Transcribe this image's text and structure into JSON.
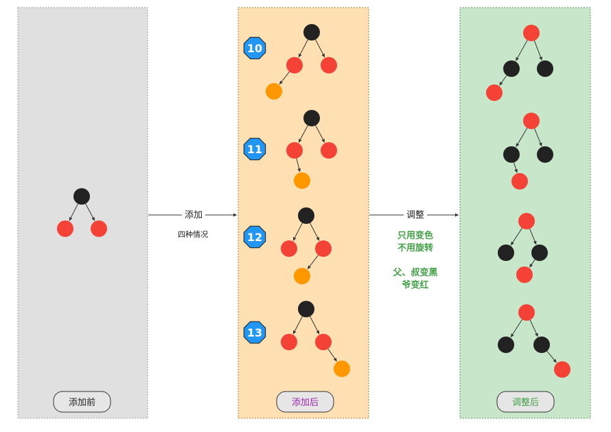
{
  "panels": {
    "before": {
      "label": "添加前",
      "label_color": "#222222",
      "fill": "#e0e0e0"
    },
    "after_add": {
      "label": "添加后",
      "label_color": "#9c27b0",
      "fill": "#ffe0b2"
    },
    "after_adjust": {
      "label": "调整后",
      "label_color": "#43a047",
      "fill": "#c8e6c9"
    }
  },
  "arrows": {
    "add": {
      "label": "添加",
      "sublabel": "四种情况"
    },
    "adjust": {
      "label": "调整",
      "notes": [
        "只用变色",
        "不用旋转",
        "",
        "父、叔变黑",
        "爷变红"
      ],
      "note_color": "#43a047"
    }
  },
  "badges": [
    "10",
    "11",
    "12",
    "13"
  ],
  "colors": {
    "black_node": "#222222",
    "red_node": "#f44336",
    "new_node": "#ff9800",
    "badge": "#2196f3",
    "edge": "#333333"
  },
  "node_color_keys": [
    "black",
    "red",
    "new"
  ]
}
